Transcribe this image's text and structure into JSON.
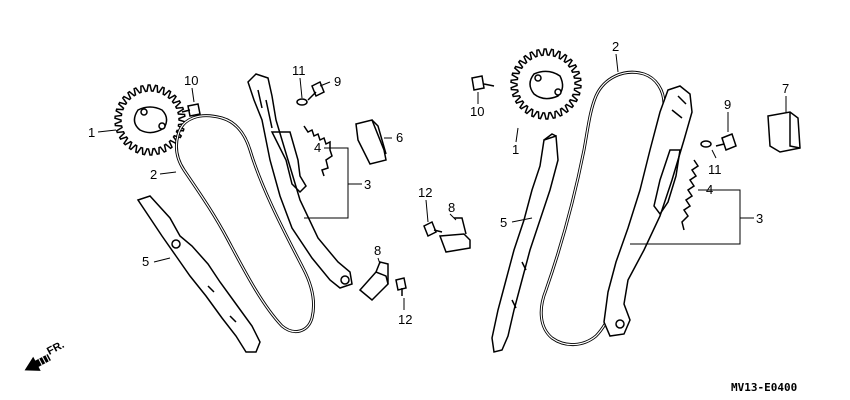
{
  "diagram_code": "MV13-E0400",
  "direction_label": "FR.",
  "callouts": {
    "left_sprocket": "1",
    "left_chain": "2",
    "left_assembly": "3",
    "left_spring": "4",
    "left_guide": "5",
    "left_guide_block": "6",
    "left_bolt_10": "10",
    "left_bolt_11": "11",
    "left_washer_9": "9",
    "mid_bolt_12a": "12",
    "mid_plate_8a": "8",
    "mid_plate_8b": "8",
    "mid_bolt_12b": "12",
    "right_sprocket": "1",
    "right_chain": "2",
    "right_assembly": "3",
    "right_spring": "4",
    "right_guide": "5",
    "right_guide_block": "7",
    "right_bolt_10": "10",
    "right_bolt_11": "11",
    "right_washer_9": "9"
  }
}
